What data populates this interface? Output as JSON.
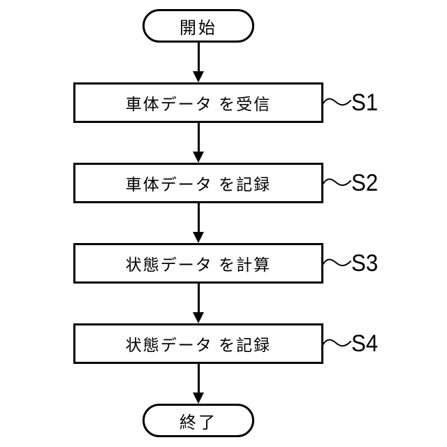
{
  "page": {
    "background_color": "#ffffff",
    "line_color": "#000000"
  },
  "flowchart": {
    "type": "flowchart",
    "start": {
      "label": "開始"
    },
    "end": {
      "label": "終了"
    },
    "steps": [
      {
        "id": "S1",
        "label": "車体データ を受信"
      },
      {
        "id": "S2",
        "label": "車体データ を記録"
      },
      {
        "id": "S3",
        "label": "状態データ を計算"
      },
      {
        "id": "S4",
        "label": "状態データ を記録"
      }
    ]
  }
}
